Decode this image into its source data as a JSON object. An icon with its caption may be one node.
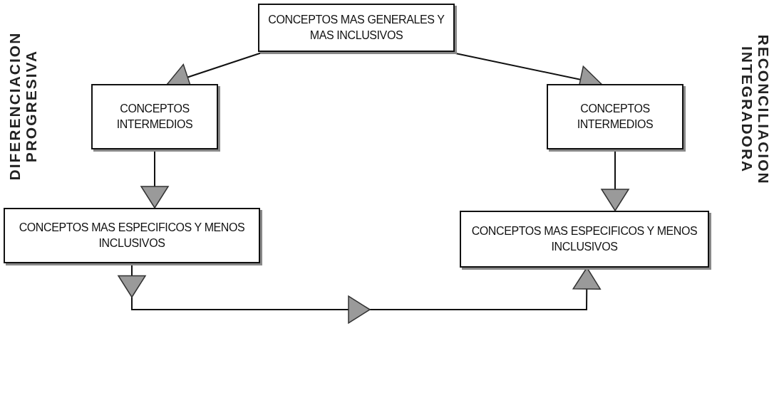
{
  "diagram": {
    "nodes": [
      {
        "text": [
          "CONCEPTOS MAS GENERALES Y MAS INCLUSIVOS"
        ]
      },
      {
        "text": [
          "CONCEPTOS INTERMEDIOS"
        ]
      },
      {
        "text": [
          "CONCEPTOS INTERMEDIOS"
        ]
      },
      {
        "text": [
          "CONCEPTOS MAS ESPECIFICOS Y MENOS INCLUSIVOS"
        ]
      },
      {
        "text": [
          "CONCEPTOS MAS ESPECIFICOS Y MENOS INCLUSIVOS"
        ]
      }
    ],
    "edges": [
      {
        "from": 0,
        "to": 1,
        "arrow": "to"
      },
      {
        "from": 0,
        "to": 2,
        "arrow": "to"
      },
      {
        "from": 1,
        "to": 3,
        "arrow": "to"
      },
      {
        "from": 2,
        "to": 4,
        "arrow": "to"
      },
      {
        "from": 3,
        "to": 4,
        "arrow": "to"
      }
    ],
    "labels": [
      "DIFERENCIACION PROGRESIVA",
      "RECONCILIACION INTEGRADORA"
    ]
  }
}
